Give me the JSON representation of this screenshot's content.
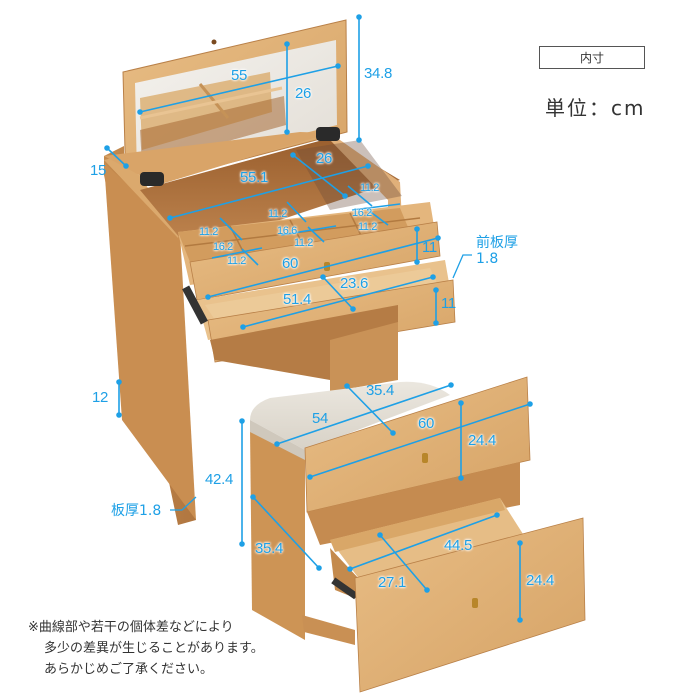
{
  "legend": {
    "box_label": "内寸",
    "unit_label": "単位：cm"
  },
  "note": {
    "lines": [
      "※曲線部や若干の個体差などにより",
      "多少の差異が生じることがあります。",
      "あらかじめご了承ください。"
    ]
  },
  "colors": {
    "dimension": "#1ea0e6",
    "wood_light": "#e3b57b",
    "wood_mid": "#cf9a5e",
    "wood_dark": "#a8703a",
    "cushion": "#e6e1d8",
    "text": "#333333"
  },
  "vanity": {
    "mirror_width": "55",
    "mirror_height": "26",
    "lid_height": "34.8",
    "tray_depth": "26",
    "tray_width": "55.1",
    "side_depth": "15",
    "compartments": {
      "c1": "11.2",
      "c2": "11.2",
      "c3": "11.2",
      "c4": "16.2",
      "c5": "11.2",
      "c6": "16.6",
      "c7": "11.2",
      "c8": "16.2",
      "c9": "11.2"
    },
    "top_drawer_width": "60",
    "top_drawer_height": "11",
    "front_panel_label": "前板厚",
    "front_panel_value": "1.8",
    "drawer2_depth": "23.6",
    "drawer2_width": "51.4",
    "drawer2_height": "11",
    "leg_gap": "12",
    "panel_thickness_label": "板厚1.8"
  },
  "stool": {
    "seat_depth": "35.4",
    "seat_width": "54",
    "drawer_width": "60",
    "drawer_height": "24.4",
    "height": "42.4",
    "side_depth": "35.4",
    "lower_drawer_width": "44.5",
    "lower_drawer_depth": "27.1",
    "lower_drawer_height": "24.4"
  }
}
